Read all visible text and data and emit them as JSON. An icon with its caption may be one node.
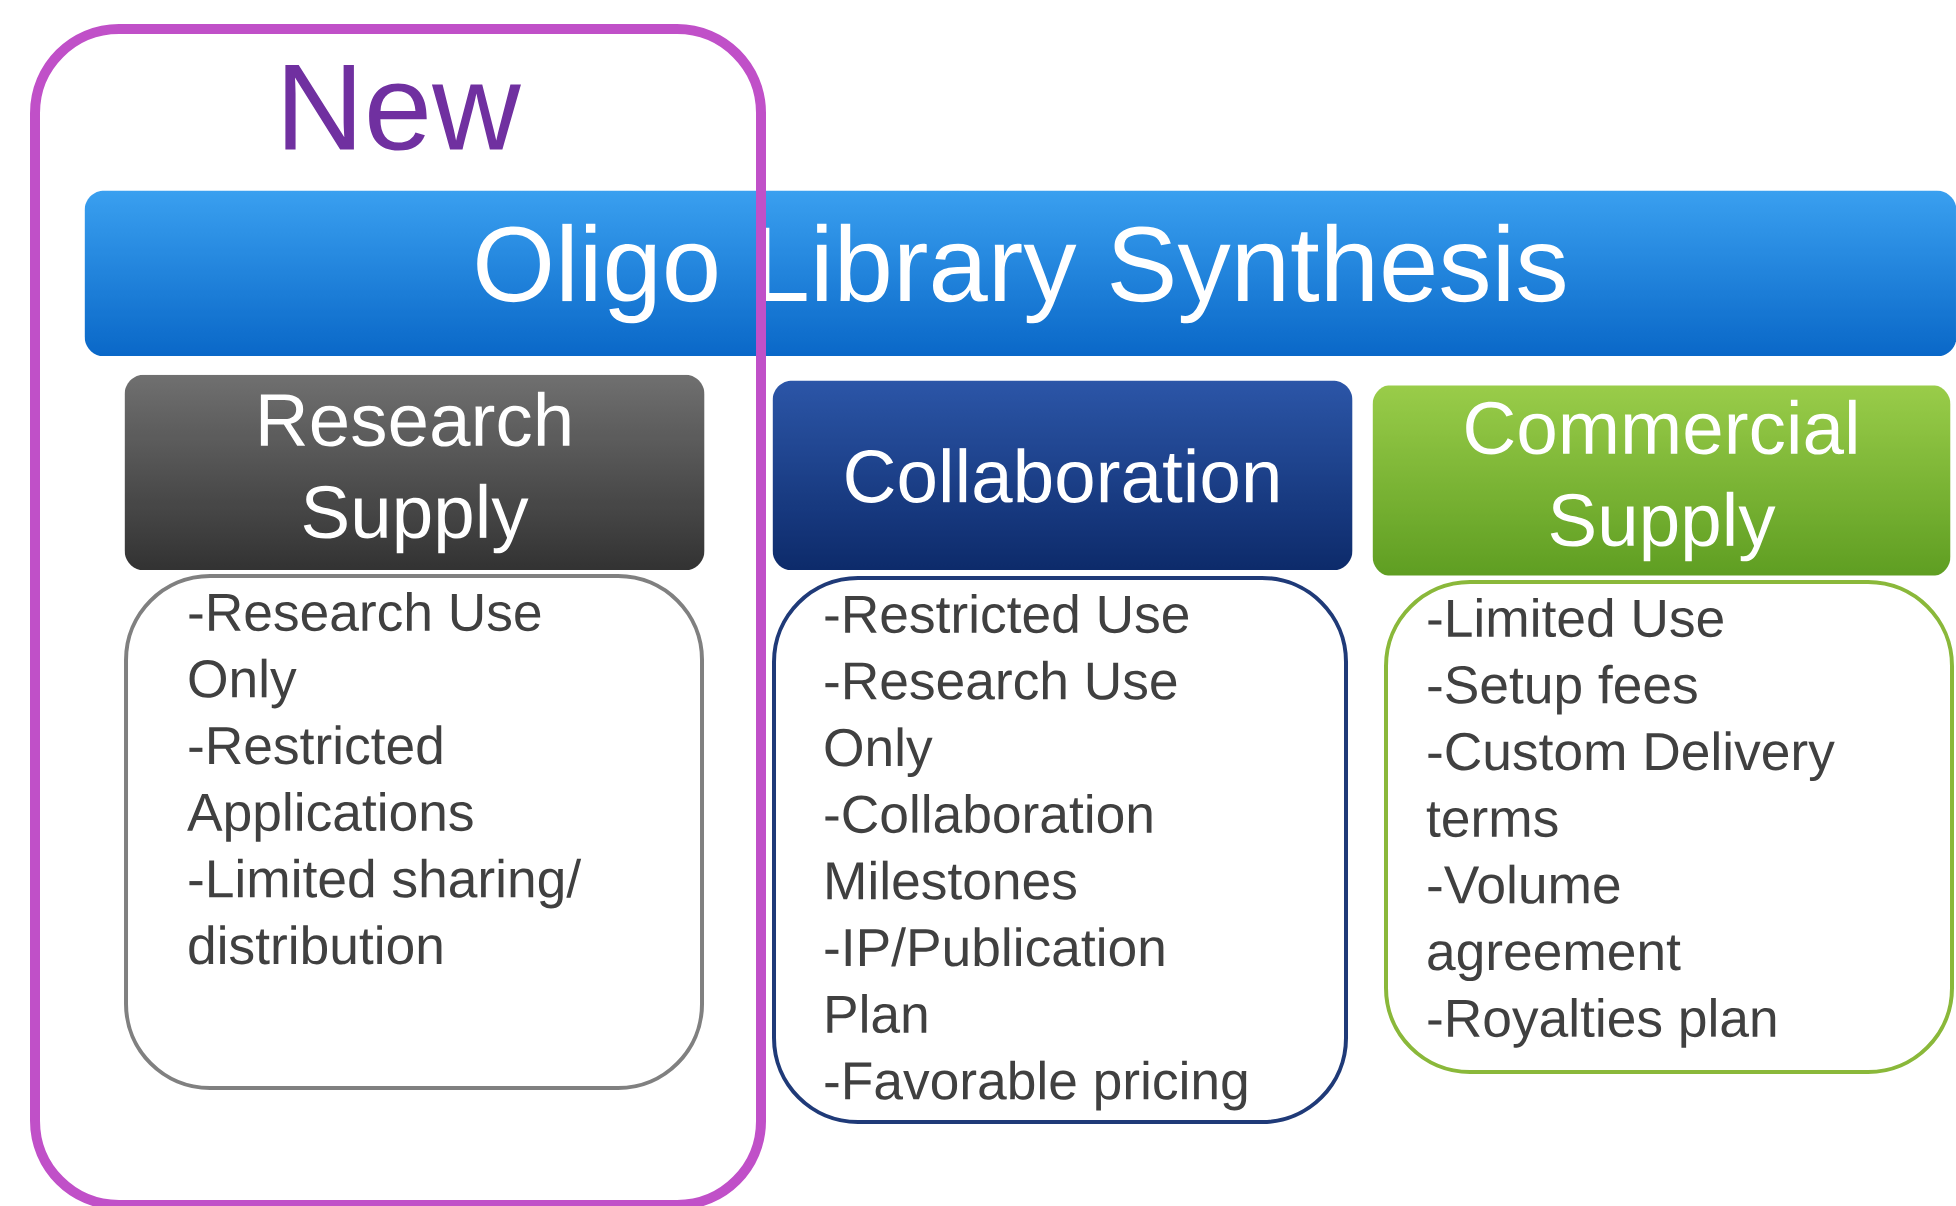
{
  "diagram": {
    "nodes": [
      {
        "text": [
          "New"
        ]
      },
      {
        "text": [
          "Oligo Library Synthesis"
        ]
      },
      {
        "text": [
          "Research Supply"
        ],
        "in": 0
      },
      {
        "text": [
          "-Research Use Only",
          "-Restricted Applications",
          "-Limited sharing/ distribution"
        ],
        "in": 0
      },
      {
        "text": [
          "Collaboration"
        ]
      },
      {
        "text": [
          "-Restricted Use",
          "-Research Use Only",
          "-Collaboration Milestones",
          "-IP/Publication Plan",
          "-Favorable pricing"
        ]
      },
      {
        "text": [
          "Commercial Supply"
        ]
      },
      {
        "text": [
          "-Limited Use",
          "-Setup fees",
          "-Custom Delivery terms",
          "-Volume agreement",
          "-Royalties plan"
        ]
      }
    ]
  }
}
